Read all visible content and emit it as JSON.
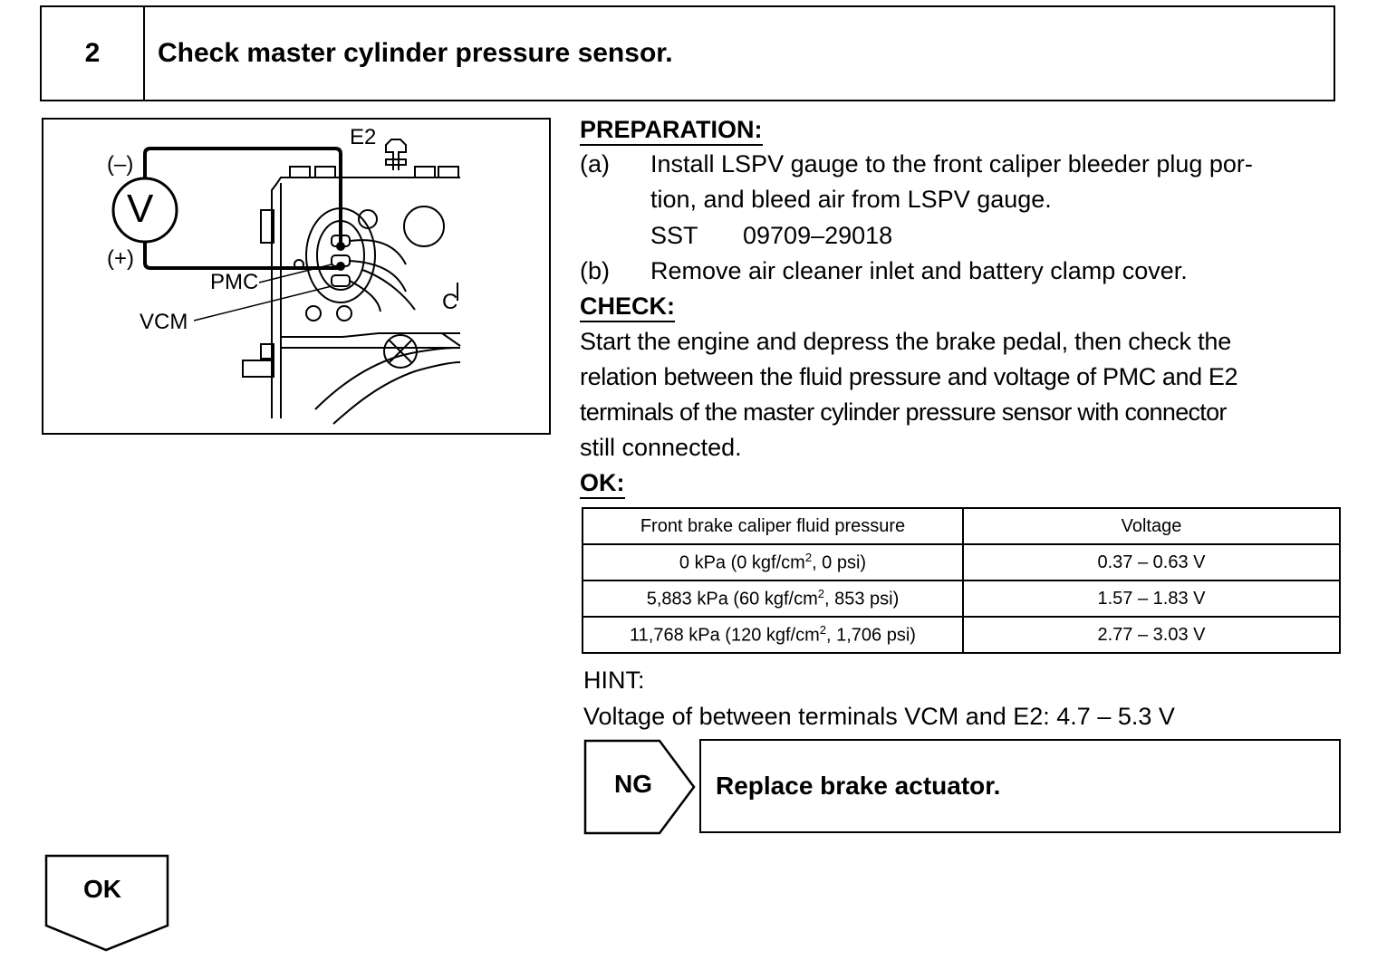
{
  "step": {
    "number": "2",
    "title": "Check master cylinder pressure sensor."
  },
  "figure": {
    "labels": {
      "e2": "E2",
      "minus": "(–)",
      "plus": "(+)",
      "voltmeter": "V",
      "pmc": "PMC",
      "vcm": "VCM",
      "c": "C"
    }
  },
  "preparation": {
    "heading": "PREPARATION:",
    "a_marker": "(a)",
    "a_line1": "Install LSPV gauge to the front caliper bleeder plug por-",
    "a_line2": "tion, and bleed air from LSPV gauge.",
    "sst_label": "SST",
    "sst_number": "09709–29018",
    "b_marker": "(b)",
    "b_text": "Remove air cleaner inlet and battery clamp cover."
  },
  "check": {
    "heading": "CHECK:",
    "lines": [
      "Start the engine and depress the brake pedal, then check the",
      "relation between the fluid pressure and voltage of PMC and E2",
      "terminals of the master cylinder pressure sensor with connector",
      "still connected."
    ]
  },
  "ok": {
    "heading": "OK:"
  },
  "table": {
    "headers": [
      "Front brake caliper fluid pressure",
      "Voltage"
    ],
    "rows": [
      {
        "p1": "0 kPa (0 kgf/cm",
        "sup": "2",
        "p2": ", 0 psi)",
        "voltage": "0.37 – 0.63 V"
      },
      {
        "p1": "5,883 kPa (60 kgf/cm",
        "sup": "2",
        "p2": ", 853 psi)",
        "voltage": "1.57 – 1.83 V"
      },
      {
        "p1": "11,768 kPa (120 kgf/cm",
        "sup": "2",
        "p2": ", 1,706 psi)",
        "voltage": "2.77 – 3.03 V"
      }
    ]
  },
  "hint": {
    "heading": "HINT:",
    "text": "Voltage of between terminals VCM and E2: 4.7 – 5.3 V"
  },
  "ng": {
    "label": "NG",
    "action": "Replace brake actuator."
  },
  "ok_flow": {
    "label": "OK"
  }
}
